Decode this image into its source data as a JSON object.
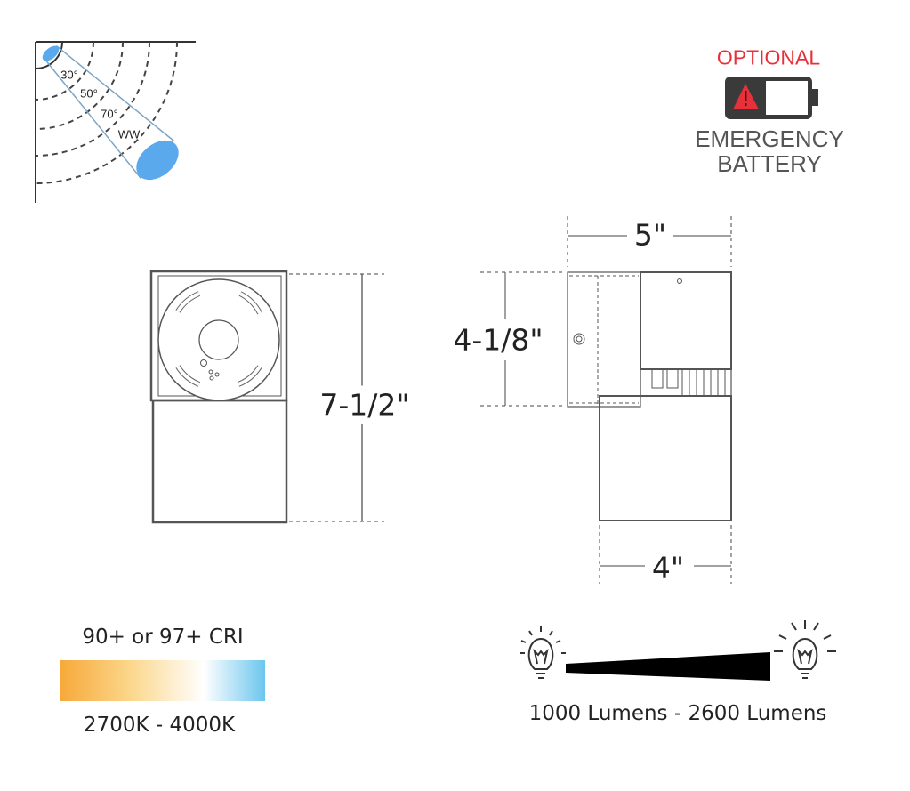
{
  "beam_diagram": {
    "angles": [
      "30°",
      "50°",
      "70°",
      "WW"
    ],
    "beam_color": "#5aa9ec"
  },
  "battery": {
    "optional_label": "OPTIONAL",
    "title_line1": "EMERGENCY",
    "title_line2": "BATTERY",
    "warning_color": "#e8303a",
    "icon": "battery-warning-icon"
  },
  "dimensions": {
    "front_height": "7-1/2\"",
    "side_width": "5\"",
    "side_head_height": "4-1/8\"",
    "cylinder_diameter": "4\""
  },
  "cri": {
    "label": "90+ or 97+ CRI",
    "range": "2700K - 4000K",
    "gradient_start": "#f7a93a",
    "gradient_mid": "#ffffff",
    "gradient_end": "#6cc6ee"
  },
  "lumens": {
    "range": "1000 Lumens - 2600 Lumens",
    "icon": "light-bulb-icon"
  }
}
